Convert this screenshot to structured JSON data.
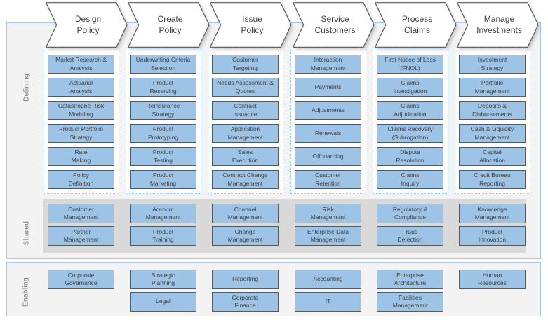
{
  "rows": {
    "defining": "Defining",
    "shared": "Shared",
    "enabling": "Enabling"
  },
  "columns": [
    {
      "header": "Design\nPolicy",
      "defining": [
        "Market Research &\nAnalysis",
        "Actuarial\nAnalysis",
        "Catastrophe Risk\nModeling",
        "Product Portfolio\nStrategy",
        "Rate\nMaking",
        "Policy\nDefinition"
      ],
      "shared": [
        "Customer\nManagement",
        "Partner\nManagement"
      ],
      "enabling": [
        "Corporate\nGovernance"
      ]
    },
    {
      "header": "Create\nPolicy",
      "defining": [
        "Underwriting Criteria\nSelection",
        "Product\nReserving",
        "Reinsurance\nStrategy",
        "Product\nPrototyping",
        "Product\nTesting",
        "Product\nMarketing"
      ],
      "shared": [
        "Account\nManagement",
        "Product\nTraining"
      ],
      "enabling": [
        "Strategic\nPlanning",
        "Legal"
      ]
    },
    {
      "header": "Issue\nPolicy",
      "defining": [
        "Customer\nTargeting",
        "Needs Assessment &\nQuotes",
        "Contract\nIssuance",
        "Application\nManagement",
        "Sales\nExecution",
        "Contract Change\nManagement"
      ],
      "shared": [
        "Channel\nManagement",
        "Change\nManagement"
      ],
      "enabling": [
        "Reporting",
        "Corporate\nFinance"
      ]
    },
    {
      "header": "Service\nCustomers",
      "defining": [
        "Interaction\nManagement",
        "Payments",
        "Adjustments",
        "Renewals",
        "Offboarding",
        "Customer\nRetention"
      ],
      "shared": [
        "Risk\nManagement",
        "Enterprise Data\nManagement"
      ],
      "enabling": [
        "Accounting",
        "IT"
      ]
    },
    {
      "header": "Process\nClaims",
      "defining": [
        "First Notice of Loss\n(FNOL)",
        "Claims\nInvestigation",
        "Claims\nAdjudication",
        "Claims Recovery\n(Subrogation)",
        "Dispute\nResolution",
        "Claims\nInquiry"
      ],
      "shared": [
        "Regulatory &\nCompliance",
        "Fraud\nDetection"
      ],
      "enabling": [
        "Enterprise\nArchitecture",
        "Facilities\nManagement"
      ]
    },
    {
      "header": "Manage\nInvestments",
      "defining": [
        "Investment\nStrategy",
        "Portfolio\nManagement",
        "Deposits &\nDisbursements",
        "Cash & Liquidity\nManagement",
        "Capital\nAllocation",
        "Credit Bureau\nReporting"
      ],
      "shared": [
        "Knowledge\nManagement",
        "Product\nInnovation"
      ],
      "enabling": [
        "Human\nResources"
      ]
    }
  ],
  "colors": {
    "box_fill": "#9DC3E6",
    "box_border": "#595959",
    "panel_bg": "#FFFFFF",
    "panel_border": "#9DC3E6",
    "container_bg": "#F3F3F3",
    "container_border": "#A9C7E8",
    "shared_band_bg": "#D9D9D9",
    "chevron_fill": "#FFFFFF",
    "chevron_border": "#595959",
    "text": "#404040",
    "row_label_text": "#767676"
  }
}
